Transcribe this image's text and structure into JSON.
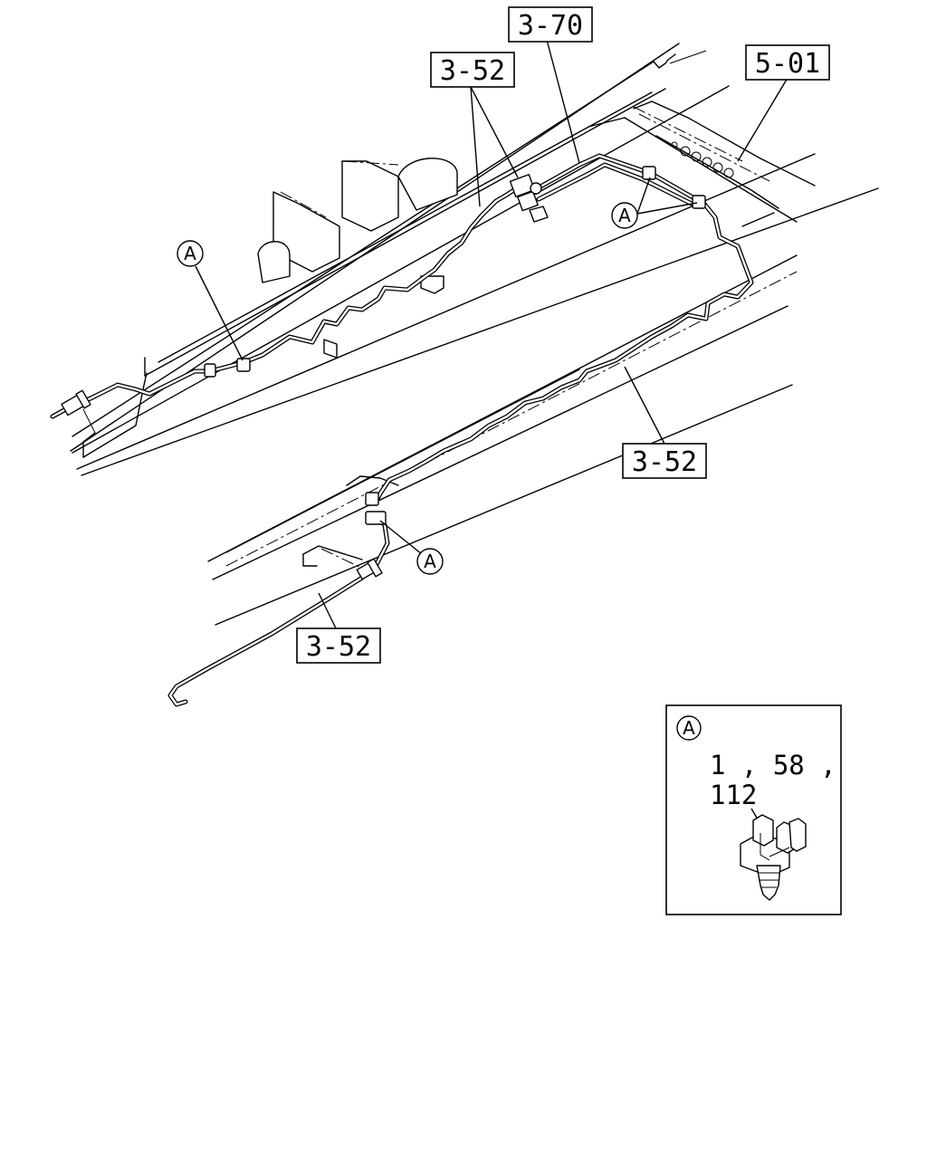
{
  "callouts": {
    "c_3_70": "3-70",
    "c_3_52_top": "3-52",
    "c_5_01": "5-01",
    "c_3_52_right": "3-52",
    "c_3_52_bottom": "3-52"
  },
  "markers": {
    "clip_letter": "A"
  },
  "inset": {
    "letter": "A",
    "parts_line1": "1 , 58 ,",
    "parts_line2": "112"
  }
}
